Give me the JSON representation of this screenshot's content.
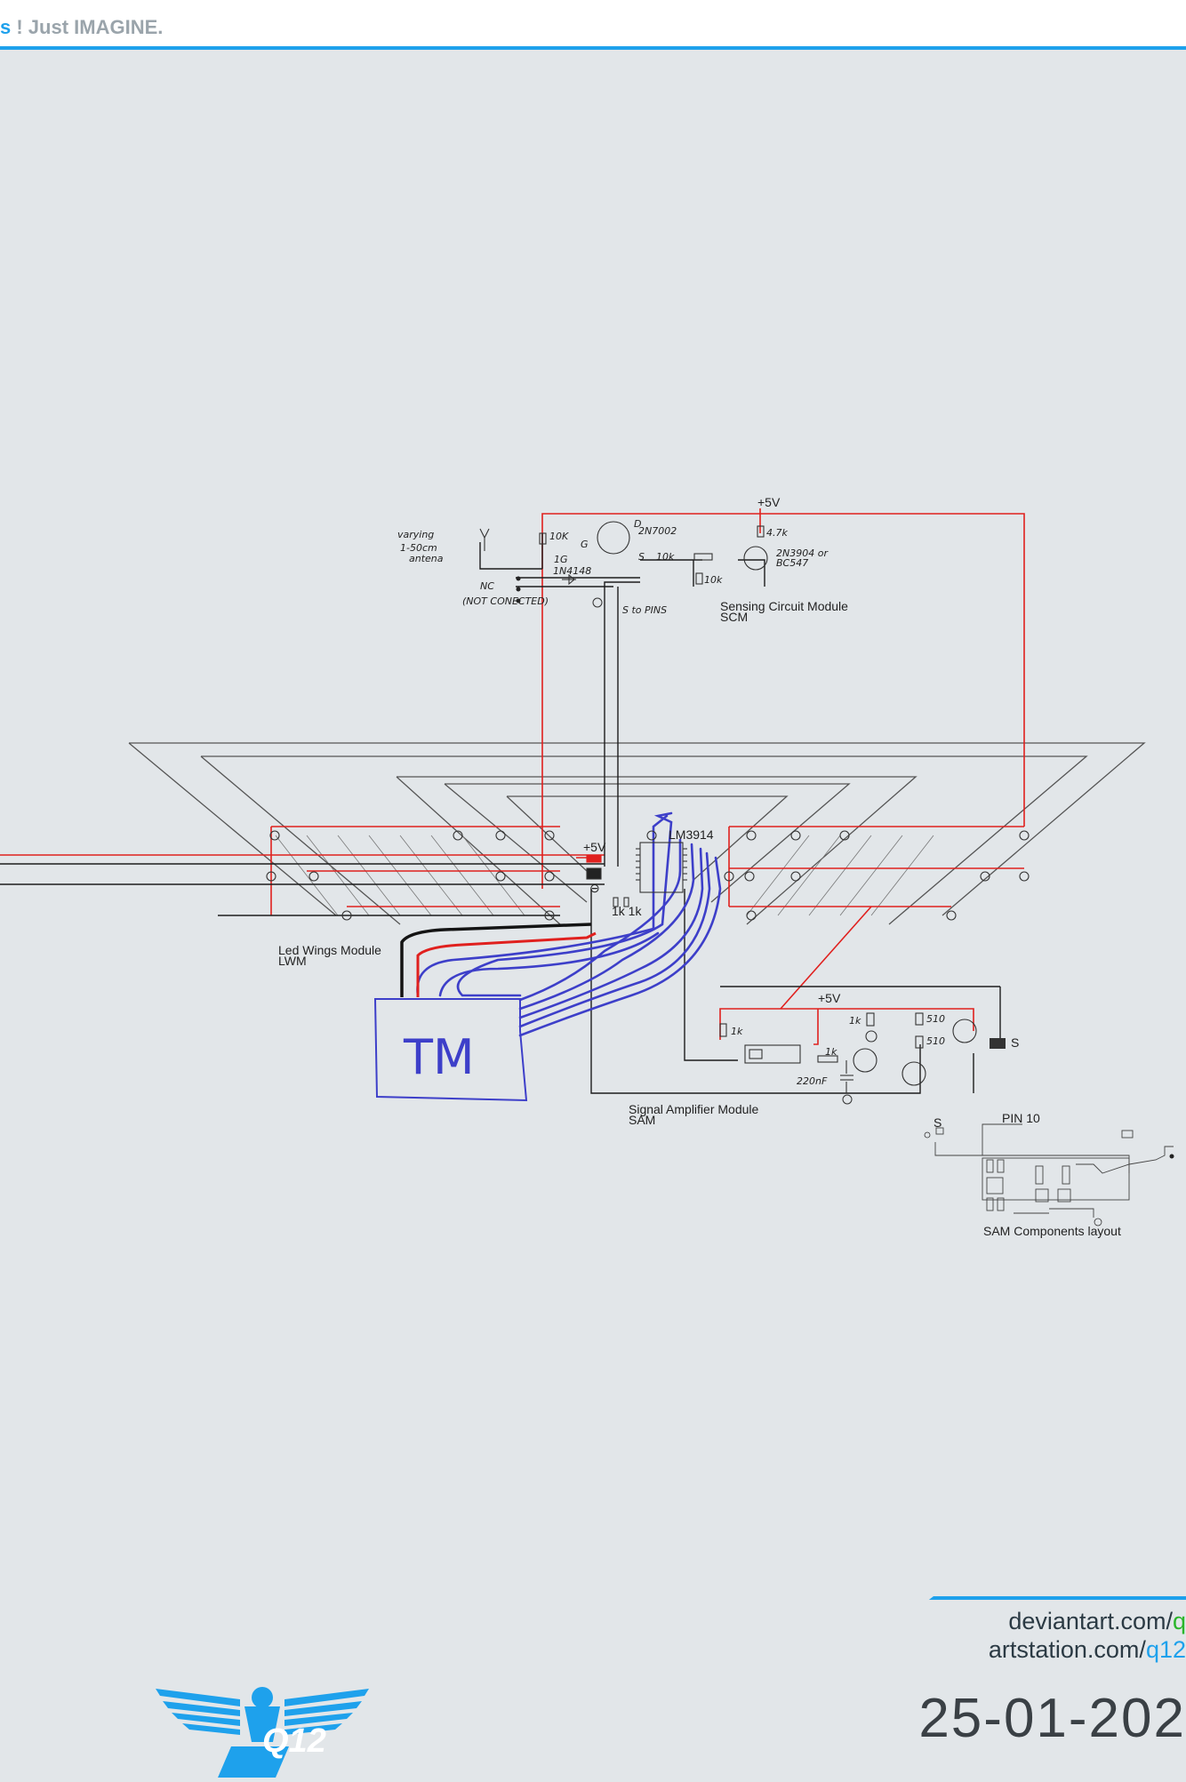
{
  "header": {
    "tagline_accent": "s",
    "tagline_rest": " ! Just IMAGINE."
  },
  "schematic": {
    "title_scm": "Sensing Circuit Module",
    "abbr_scm": "SCM",
    "title_lwm": "Led Wings Module",
    "abbr_lwm": "LWM",
    "title_sam": "Signal Amplifier Module",
    "abbr_sam": "SAM",
    "title_layout": "SAM Components layout",
    "tm_label": "TM",
    "supply_label": "+5V",
    "antenna_note_1": "varying",
    "antenna_note_2": "1-50cm",
    "antenna_note_3": "antena",
    "r_10k_a": "10K",
    "r_10k_b": "10k",
    "r_10k_c": "10k",
    "r_47k": "4.7k",
    "mosfet": "2N7002",
    "transistor": "2N3904 or",
    "transistor_alt": "BC547",
    "r_1g": "1G",
    "diode": "1N4148",
    "nc": "NC",
    "not_connected": "(NOT CONECTED)",
    "to_pins": "S to PINS",
    "pin_d": "D",
    "pin_g": "G",
    "pin_s": "S",
    "ic": "LM3914",
    "r_1k_1k": "1k 1k",
    "r_1k_a": "1k",
    "r_1k_b": "1k",
    "r_1k_c": "1k",
    "r_510_a": "510",
    "r_510_b": "510",
    "cap": "220nF",
    "s_out": "S",
    "pin10": "PIN 10",
    "s_small": "S",
    "ground": "⊖"
  },
  "footer": {
    "link1_prefix": "deviantart.com/",
    "link1_suffix": "q",
    "link2_prefix": "artstation.com/",
    "link2_suffix": "q12",
    "date": "25-01-202",
    "logo_text": "Q12"
  },
  "colors": {
    "accent": "#1ea1ec",
    "wire_red": "#e0201e",
    "wire_blue": "#3d3fc9",
    "wire_black": "#141414"
  }
}
